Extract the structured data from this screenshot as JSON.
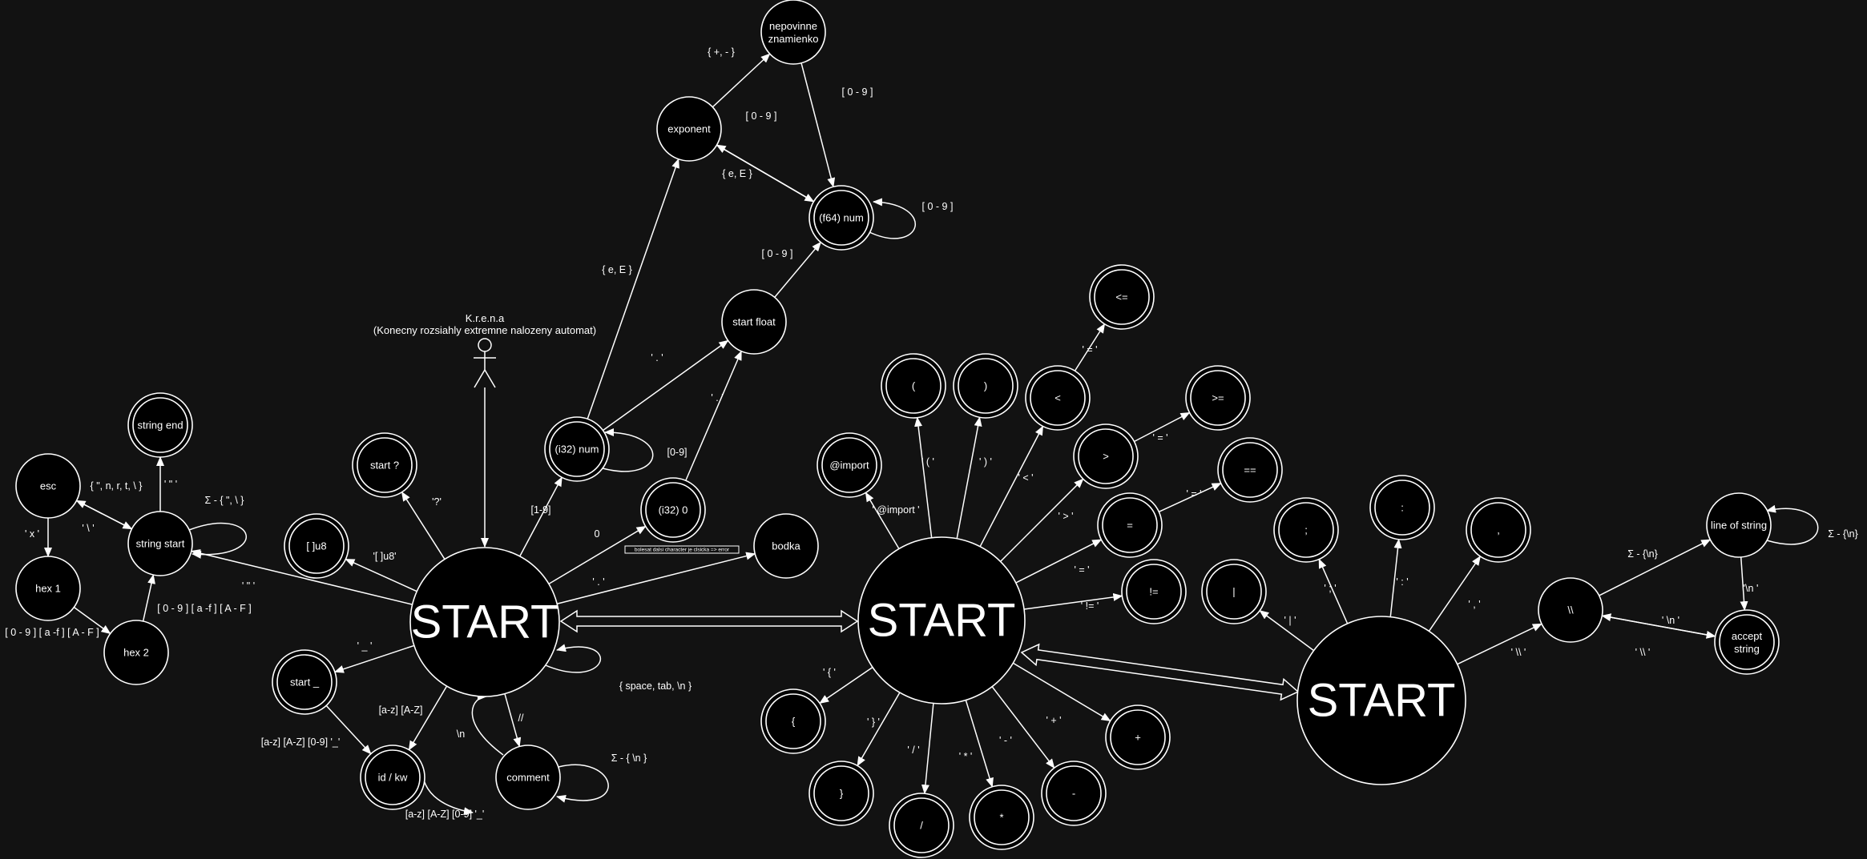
{
  "title": "K.r.e.n.a",
  "subtitle": "(Konecny rozsiahly extremne nalozeny automat)",
  "warning_note": "bolesat dalsi character je clsicka => error",
  "nodes": {
    "start1": "START",
    "start2": "START",
    "start3": "START",
    "nepovinne_znamienko": [
      "nepovinne",
      "znamienko"
    ],
    "exponent": "exponent",
    "f64_num": "(f64) num",
    "start_float": "start float",
    "i32_num": "(i32) num",
    "i32_zero": "(i32) 0",
    "bodka": "bodka",
    "start_q": "start ?",
    "u8": "[ ]u8",
    "string_end": "string end",
    "esc": "esc",
    "string_start": "string start",
    "hex1": "hex 1",
    "hex2": "hex 2",
    "start_underscore": "start _",
    "id_kw": "id / kw",
    "comment": "comment",
    "import": "@import",
    "lparen": "(",
    "rparen": ")",
    "lt": "<",
    "le": "<=",
    "gt": ">",
    "ge": ">=",
    "assign": "=",
    "eq": "==",
    "neq": "!=",
    "lbrace": "{",
    "rbrace": "}",
    "slash": "/",
    "star": "*",
    "minus": "-",
    "plus": "+",
    "pipe": "|",
    "semicolon": ";",
    "colon": ":",
    "comma": ",",
    "backslash": "\\\\",
    "line_of_string": "line of string",
    "accept_string": [
      "accept",
      "string"
    ]
  },
  "labels": {
    "sign": "{ +, - }",
    "exp_to_f64": "[ 0 - 9 ]",
    "sign_to_f64": "[ 0 - 9 ]",
    "f64_to_exp": "{ e, E }",
    "f64_loop": "[ 0 - 9 ]",
    "float_to_f64": "[ 0 - 9 ]",
    "i32_to_exp": "{ e, E }",
    "i32_to_float": "' . '",
    "zero_to_float": "' . '",
    "i32_loop": "[0-9]",
    "to_i32": "[1-9]",
    "to_zero": "0",
    "to_bodka": "' . '",
    "to_q": "'?'",
    "to_u8": "'[ ]u8'",
    "to_string": "' \" '",
    "esc_chars": "{ \", n, r, t, \\ }",
    "to_esc": "' \\ '",
    "to_hex1": "' x '",
    "to_string_end": "' \" '",
    "string_loop": "Σ - { \", \\ }",
    "hex2_to_string": "[ 0 - 9 ] [ a -f ] [ A - F ]",
    "hex1_to_hex2": "[ 0 - 9 ] [ a -f ] [ A - F ]",
    "to_underscore": "' _ '",
    "underscore_to_id": "[a-z] [A-Z] [0-9] '_'",
    "to_id": "[a-z] [A-Z]",
    "id_loop": "[a-z] [A-Z] [0-9] '_'",
    "to_comment": "//",
    "comment_back": "\\n",
    "comment_loop": "Σ - { \\n }",
    "whitespace": "{ space, tab, \\n }",
    "to_import": "' @import '",
    "to_lparen": "' ( '",
    "to_rparen": "' ) '",
    "to_lt": "' < '",
    "to_le": "' = '",
    "to_gt": "' > '",
    "to_ge": "' = '",
    "to_assign": "' = '",
    "to_eq": "' = '",
    "to_neq": "' != '",
    "to_lbrace": "' { '",
    "to_rbrace": "' } '",
    "to_slash": "' / '",
    "to_star": "' * '",
    "to_minus": "' - '",
    "to_plus": "' + '",
    "to_pipe": "' | '",
    "to_semicolon": "' ; '",
    "to_colon": "' : '",
    "to_comma": "' , '",
    "to_backslash": "' \\\\ '",
    "to_line": "Σ - {\\n}",
    "line_loop": "Σ - {\\n}",
    "line_to_accept": "'\\n '",
    "bs_to_accept": "' \\n '",
    "accept_to_bs": "' \\\\ '"
  }
}
